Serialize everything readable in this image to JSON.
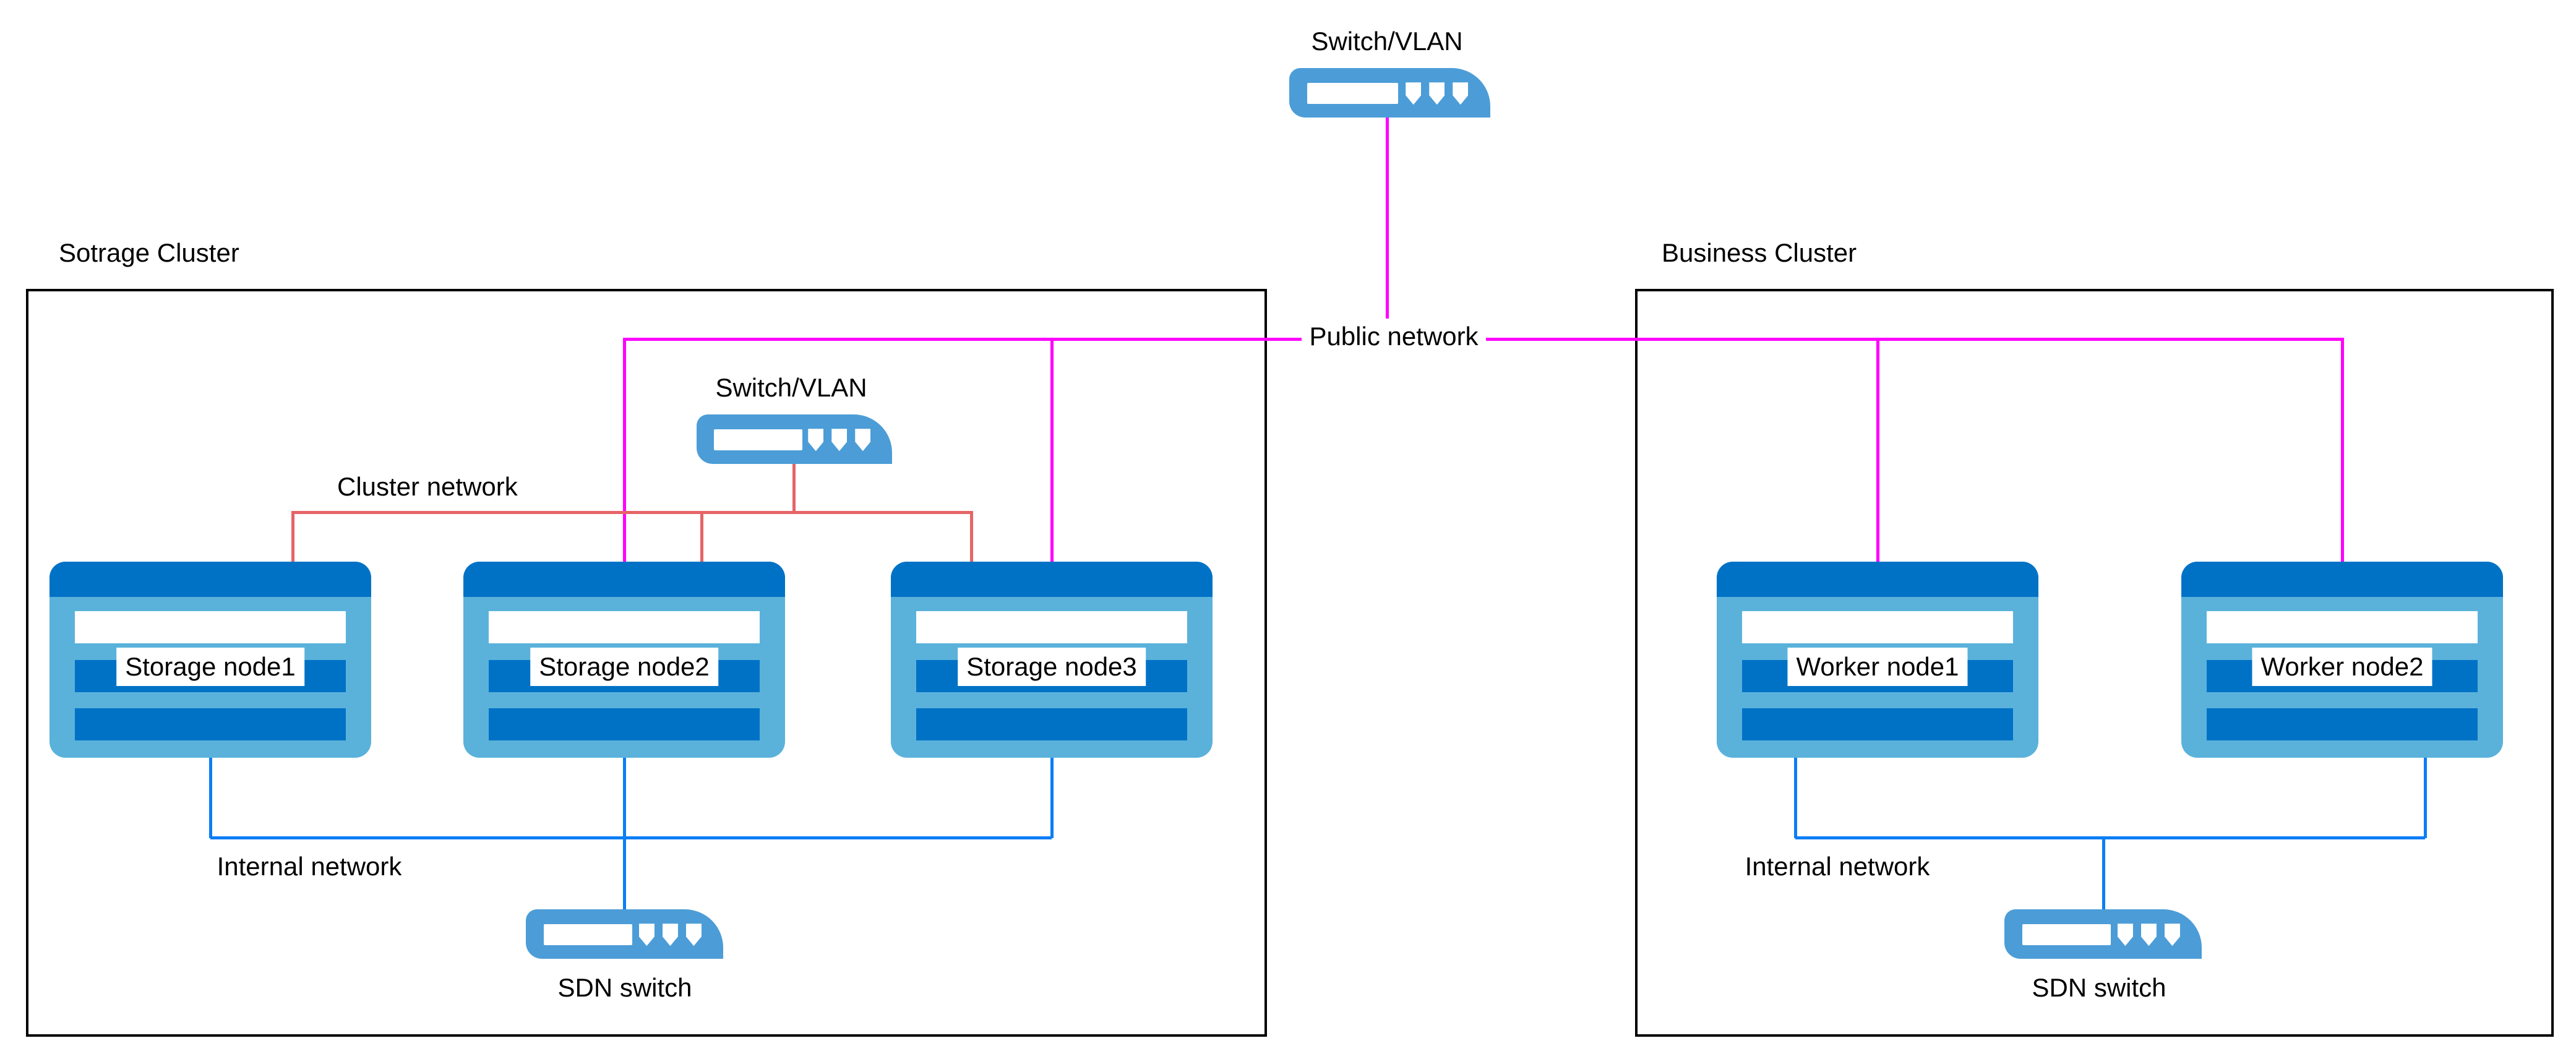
{
  "top_switch": {
    "label": "Switch/VLAN"
  },
  "public_network_label": "Public network",
  "storage_cluster": {
    "title": "Sotrage Cluster",
    "switch_label": "Switch/VLAN",
    "cluster_network_label": "Cluster network",
    "internal_network_label": "Internal network",
    "sdn_switch_label": "SDN switch",
    "nodes": [
      {
        "label": "Storage node1"
      },
      {
        "label": "Storage node2"
      },
      {
        "label": "Storage node3"
      }
    ]
  },
  "business_cluster": {
    "title": "Business Cluster",
    "internal_network_label": "Internal network",
    "sdn_switch_label": "SDN switch",
    "nodes": [
      {
        "label": "Worker node1"
      },
      {
        "label": "Worker node2"
      }
    ]
  },
  "colors": {
    "public_network_line": "#FF00FF",
    "cluster_network_line": "#E56467",
    "internal_network_line": "#0B7EF5",
    "node_body": "#5AB2DB",
    "node_dark": "#0072C6",
    "switch_body": "#4C9DD7",
    "ink": "#000000"
  }
}
